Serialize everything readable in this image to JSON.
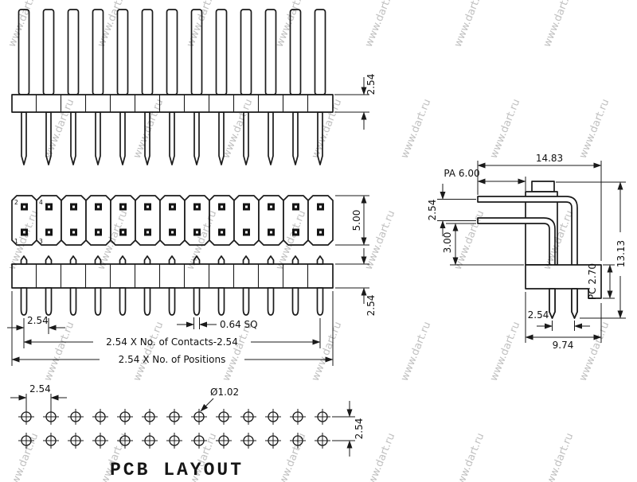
{
  "watermark": {
    "text": "www.dart.ru"
  },
  "counts": {
    "positions": 13,
    "rows": 2
  },
  "views": {
    "front": {
      "dim_insulator_height": "2.54"
    },
    "top": {
      "dim_depth": "5.00",
      "pin_no_1": "1",
      "pin_no_2": "2",
      "pin_no_3": "3",
      "pin_no_4": "4"
    },
    "strip": {
      "dim_height": "2.54",
      "dim_pitch": "2.54",
      "dim_pin": "0.64 SQ",
      "dim_contacts": "2.54 X No. of Contacts-2.54",
      "dim_positions": "2.54 X No. of Positions"
    },
    "side": {
      "dim_width": "14.83",
      "dim_pa": "PA 6.00",
      "dim_rows": "2.54",
      "dim_standoff": "3.00",
      "dim_pc": "PC 2.70",
      "dim_height": "13.13",
      "dim_tail_pitch": "2.54",
      "dim_base": "9.74"
    },
    "pcb": {
      "dim_pitch": "2.54",
      "dim_hole": "Ø1.02",
      "dim_rows": "2.54",
      "label": "PCB LAYOUT"
    }
  }
}
